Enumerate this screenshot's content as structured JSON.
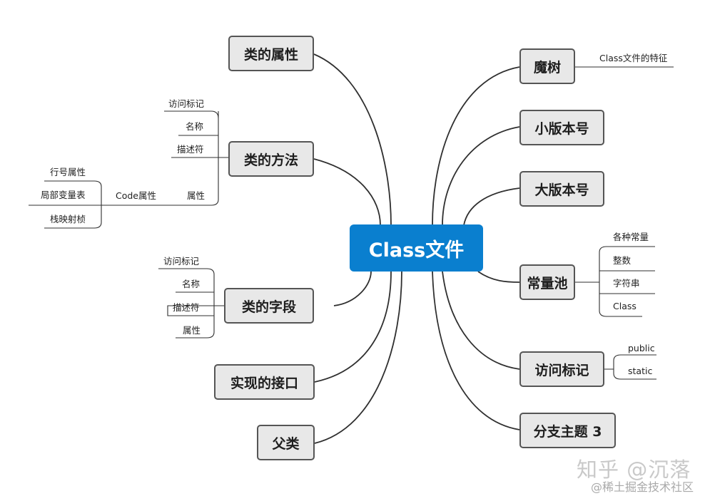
{
  "central": "Class文件",
  "left": {
    "class_attributes": "类的属性",
    "methods": {
      "label": "类的方法",
      "children": [
        "访问标记",
        "名称",
        "描述符",
        "属性"
      ],
      "code_attribute": {
        "label": "Code属性",
        "children": [
          "行号属性",
          "局部变量表",
          "栈映射桢"
        ]
      }
    },
    "fields": {
      "label": "类的字段",
      "children": [
        "访问标记",
        "名称",
        "描述符",
        "属性"
      ]
    },
    "interfaces": "实现的接口",
    "superclass": "父类"
  },
  "right": {
    "magic": {
      "label": "魔树",
      "child": "Class文件的特征"
    },
    "minor_version": "小版本号",
    "major_version": "大版本号",
    "constant_pool": {
      "label": "常量池",
      "children": [
        "各种常量",
        "整数",
        "字符串",
        "Class"
      ]
    },
    "access_flags": {
      "label": "访问标记",
      "children": [
        "public",
        "static"
      ]
    },
    "branch3": "分支主题 3"
  },
  "watermark": {
    "line1": "知乎 @沉落",
    "line2": "@稀土掘金技术社区"
  },
  "colors": {
    "central_bg": "#0a7fcf",
    "node_bg": "#e8e8e8",
    "node_border": "#555555",
    "line": "#333333"
  }
}
